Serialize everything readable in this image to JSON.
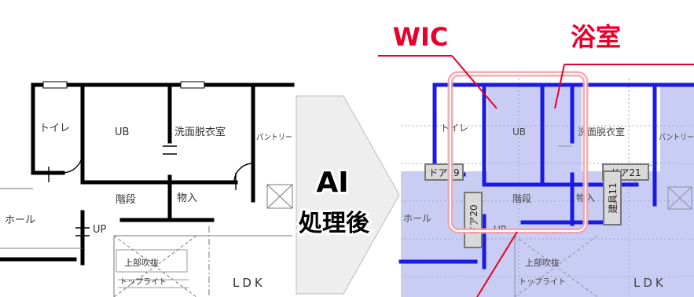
{
  "before_plan": {
    "rooms": {
      "toilet": "トイレ",
      "ub": "UB",
      "washroom": "洗面脱衣室",
      "pantry": "パントリー",
      "stairs": "階段",
      "storage": "物入",
      "hall": "ホール",
      "up": "UP",
      "void": "上部吹抜",
      "toplight": "トップライト",
      "ldk": "LDK"
    }
  },
  "arrow": {
    "line1": "AI",
    "line2": "処理後"
  },
  "after_plan": {
    "rooms": {
      "toilet": "トイレ",
      "ub": "UB",
      "washroom": "洗面脱衣室",
      "pantry": "パントリー",
      "stairs": "階段",
      "storage": "物入",
      "hall": "ホール",
      "up": "UP",
      "void": "上部吹抜",
      "toplight": "トップライト",
      "ldk": "LDK"
    },
    "tags": {
      "door19": "ドア19",
      "door20": "ドア20",
      "door21": "ドア21",
      "fixture11": "建具11"
    }
  },
  "callouts": {
    "wic": "WIC",
    "bath": "浴室"
  },
  "colors": {
    "wall": "#000000",
    "ai_wall": "#1a1ae6",
    "ai_fill": "#c9cdf4",
    "callout": "#e8002a",
    "highlight": "#f2a3a8",
    "arrow_fill": "#eeeeee"
  }
}
